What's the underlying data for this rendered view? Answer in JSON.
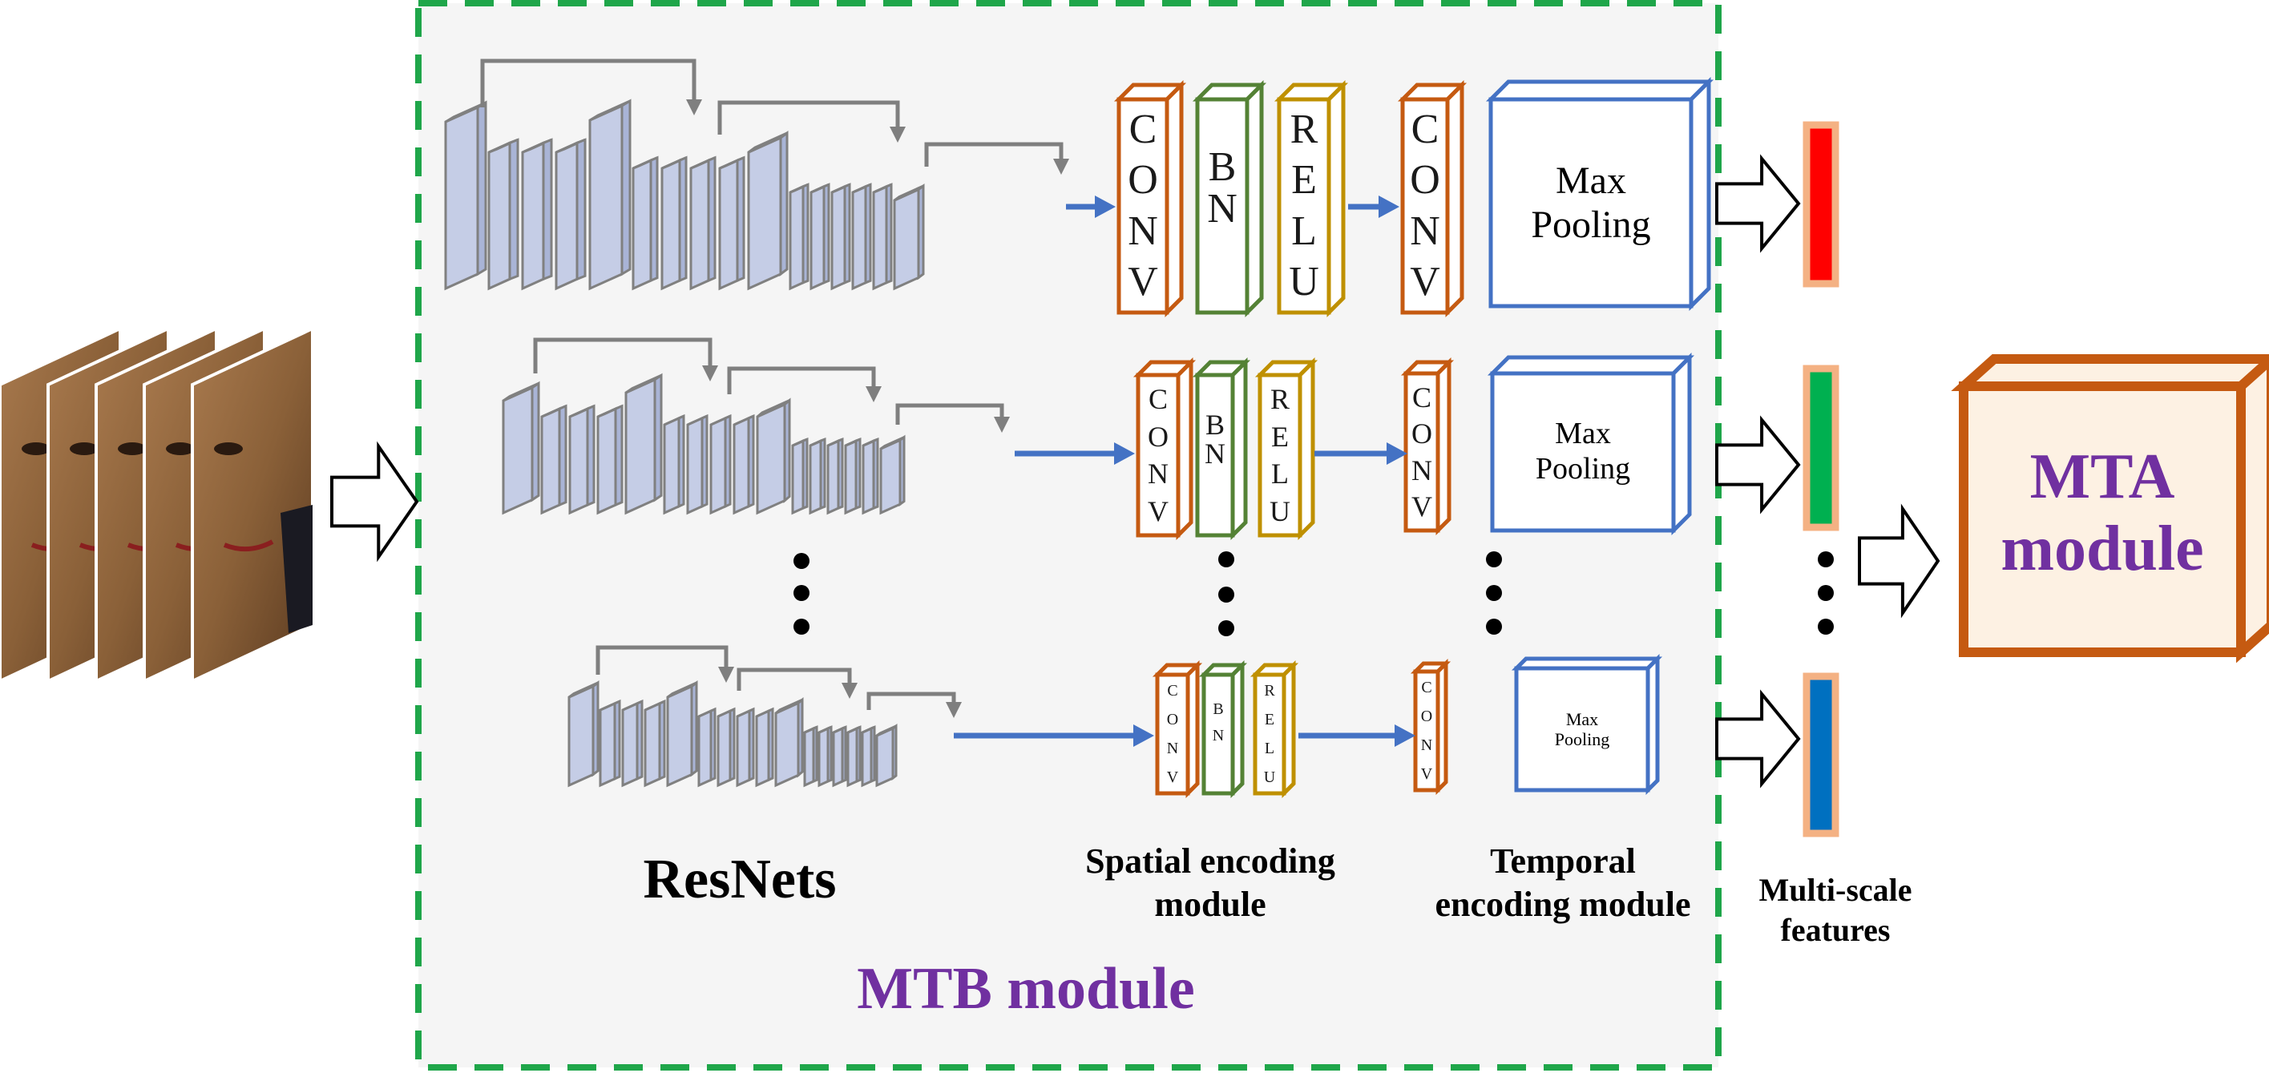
{
  "mtb_module": {
    "label": "MTB module"
  },
  "mta_module": {
    "line1": "MTA",
    "line2": "module"
  },
  "sections": {
    "resnets": "ResNets",
    "spatial": {
      "line1": "Spatial encoding",
      "line2": "module"
    },
    "temporal": {
      "line1": "Temporal",
      "line2": "encoding module"
    },
    "features": {
      "line1": "Multi-scale",
      "line2": "features"
    }
  },
  "blocks": {
    "conv": [
      "C",
      "O",
      "N",
      "V"
    ],
    "bn": [
      "B",
      "N"
    ],
    "relu": [
      "R",
      "E",
      "L",
      "U"
    ],
    "maxpool": {
      "line1": "Max",
      "line2": "Pooling"
    }
  },
  "feature_colors": [
    "#ff0000",
    "#00b050",
    "#0070c0"
  ],
  "colors": {
    "dash_border": "#1fa64a",
    "panel_bg": "#f5f5f5",
    "conv": "#c55a11",
    "bn": "#548235",
    "relu": "#bf9000",
    "pool": "#4472c4",
    "arrow": "#4472c4",
    "resnet_fill": "#a9b4d6",
    "resnet_edge": "#808080",
    "mta_border": "#c55a11",
    "mta_fill": "#fdf1e3",
    "feature_border": "#f4b183"
  }
}
